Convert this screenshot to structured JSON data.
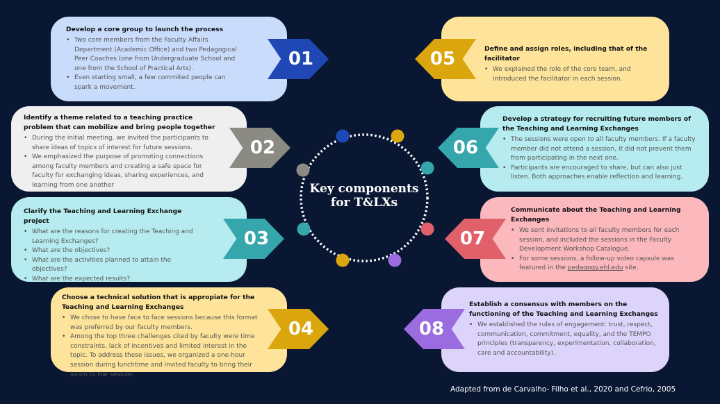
{
  "center_title": "Key components for T&LXs",
  "footer": "Adapted from de Carvalho- Filho et al., 2020 and Cefrio, 2005",
  "colors": {
    "background": "#0a1733"
  },
  "steps": [
    {
      "num": "01",
      "title": "Develop a core group to launch the process",
      "bullets": [
        "Two core members from the Faculty Affairs Department (Academic Office) and two Pedagogical Peer Coaches (one from Undergraduate School and one from the School of Practical Arts).",
        "Even starting small, a few commited people can spark a movement."
      ],
      "card_color": "#c9dcfb",
      "badge_color": "#1f48b5"
    },
    {
      "num": "02",
      "title": "Identify a theme related to a teaching practice problem that can mobilize and bring people together",
      "bullets": [
        "During the initial meeting, we invited the participants to share ideas of topics of interest for future sessions.",
        "We emphasized the purpose of promoting connections among faculty members and creating a safe space for faculty for exchanging ideas, sharing experiences, and learning from one another"
      ],
      "card_color": "#efefef",
      "badge_color": "#8b8b83"
    },
    {
      "num": "03",
      "title": "Clarify the Teaching and Learning Exchange project",
      "bullets": [
        "What are the reasons for creating the Teaching and Learning Exchanges?",
        "What are the objectives?",
        "What are the activities planned to attain the objectives?",
        "What are the expected results?"
      ],
      "card_color": "#b6ecef",
      "badge_color": "#36a6ad"
    },
    {
      "num": "04",
      "title": "Choose a technical solution that is appropiate for the Teaching and Learning Exchanges",
      "bullets": [
        "We chose to have face to face sessions because this format was preferred by our faculty members.",
        "Among the top three challenges cited by faculty were time constraints, lack of incentives and limited interest in the topic. To address these issues, we organized a one-hour session during lunchtime and invited faculty to bring their lunch to the session."
      ],
      "card_color": "#fde49a",
      "badge_color": "#dba50e"
    },
    {
      "num": "05",
      "title": "Define and assign roles, including that of the facilitator",
      "bullets": [
        "We explained the role of the core team, and introduced the facilitator in each session."
      ],
      "card_color": "#fde49a",
      "badge_color": "#dba50e"
    },
    {
      "num": "06",
      "title": "Develop a strategy for recruiting future members of the Teaching and Learning Exchanges",
      "bullets": [
        "The sessions were open to all faculty members. If a faculty member did not attend a session, it did not prevent them from participating in the next one.",
        "Participants are encouraged to share, but can also just listen. Both approaches enable reflection and learning."
      ],
      "card_color": "#b6ecef",
      "badge_color": "#36a6ad"
    },
    {
      "num": "07",
      "title": "Communicate about the Teaching and Learning Exchanges",
      "bullets": [
        "We sent invitations to all faculty members for each session, and included the sessions in the Faculty Development Workshop Catalogue."
      ],
      "bullet2_pre": "For some sessions, a follow-up video capsule was featured in the ",
      "link": "pedagogy.ehl.edu",
      "bullet2_post": " site.",
      "card_color": "#fbb8bd",
      "badge_color": "#e0616a"
    },
    {
      "num": "08",
      "title": "Establish a consensus with members on the functioning of the Teaching and Learning Exchanges",
      "bullets": [
        "We established the rules of engagement: trust, respect, communication, commitment, equality, and the TEMPO principles (transparency, experimentation, collaboration, care and accountability)."
      ],
      "card_color": "#ddd4fb",
      "badge_color": "#9a6cdf"
    }
  ],
  "ring_dot_colors": [
    "#1f48b5",
    "#dba50e",
    "#36a6ad",
    "#e0616a",
    "#9a6cdf",
    "#dba50e",
    "#36a6ad",
    "#8b8b83"
  ]
}
